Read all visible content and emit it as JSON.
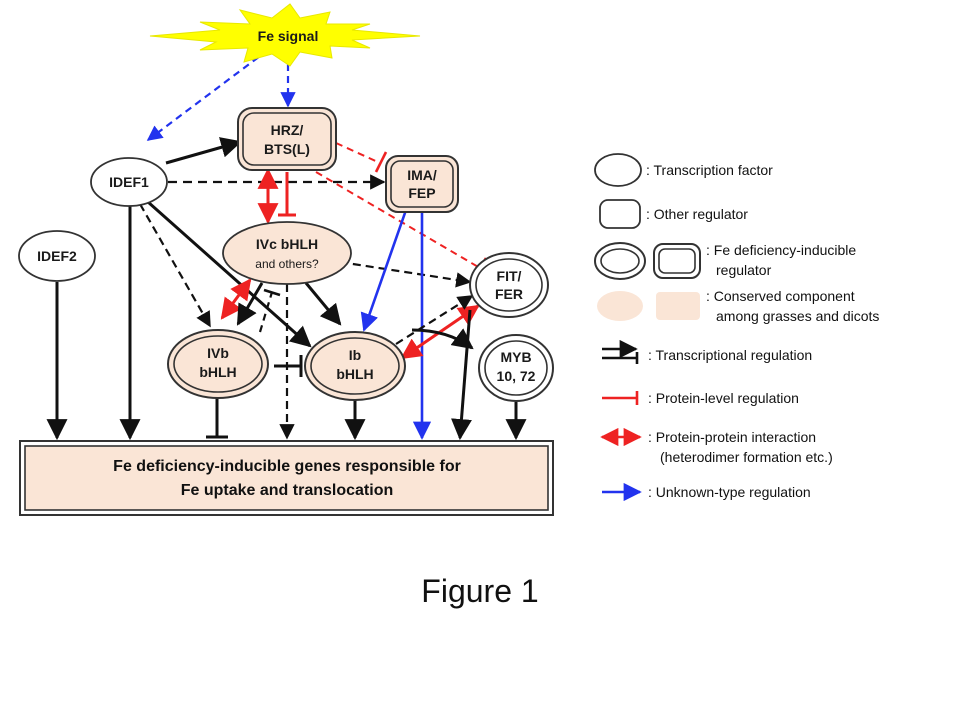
{
  "nodes": {
    "fe_signal": "Fe signal",
    "hrz_1": "HRZ/",
    "hrz_2": "BTS(L)",
    "ima_1": "IMA/",
    "ima_2": "FEP",
    "idef1": "IDEF1",
    "idef2": "IDEF2",
    "ivc_1": "IVc bHLH",
    "ivc_2": "and others?",
    "fit_1": "FIT/",
    "fit_2": "FER",
    "ivb_1": "IVb",
    "ivb_2": "bHLH",
    "ib_1": "Ib",
    "ib_2": "bHLH",
    "myb_1": "MYB",
    "myb_2": "10, 72",
    "genes_1": "Fe deficiency-inducible  genes responsible for",
    "genes_2": "Fe uptake and translocation"
  },
  "legend": {
    "tf": ": Transcription factor",
    "other": ": Other regulator",
    "inducible_1": ": Fe deficiency-inducible",
    "inducible_2": "regulator",
    "conserved_1": ": Conserved component",
    "conserved_2": "among grasses and dicots",
    "transcriptional": ": Transcriptional regulation",
    "protein_level": ": Protein-level regulation",
    "ppi_1": ": Protein-protein interaction",
    "ppi_2": "(heterodimer formation etc.)",
    "unknown": ": Unknown-type regulation"
  },
  "caption": "Figure 1",
  "colors": {
    "node_fill": "#fae5d6",
    "black": "#111111",
    "red": "#ee2222",
    "blue": "#2233ee",
    "signal": "#ffff00"
  }
}
